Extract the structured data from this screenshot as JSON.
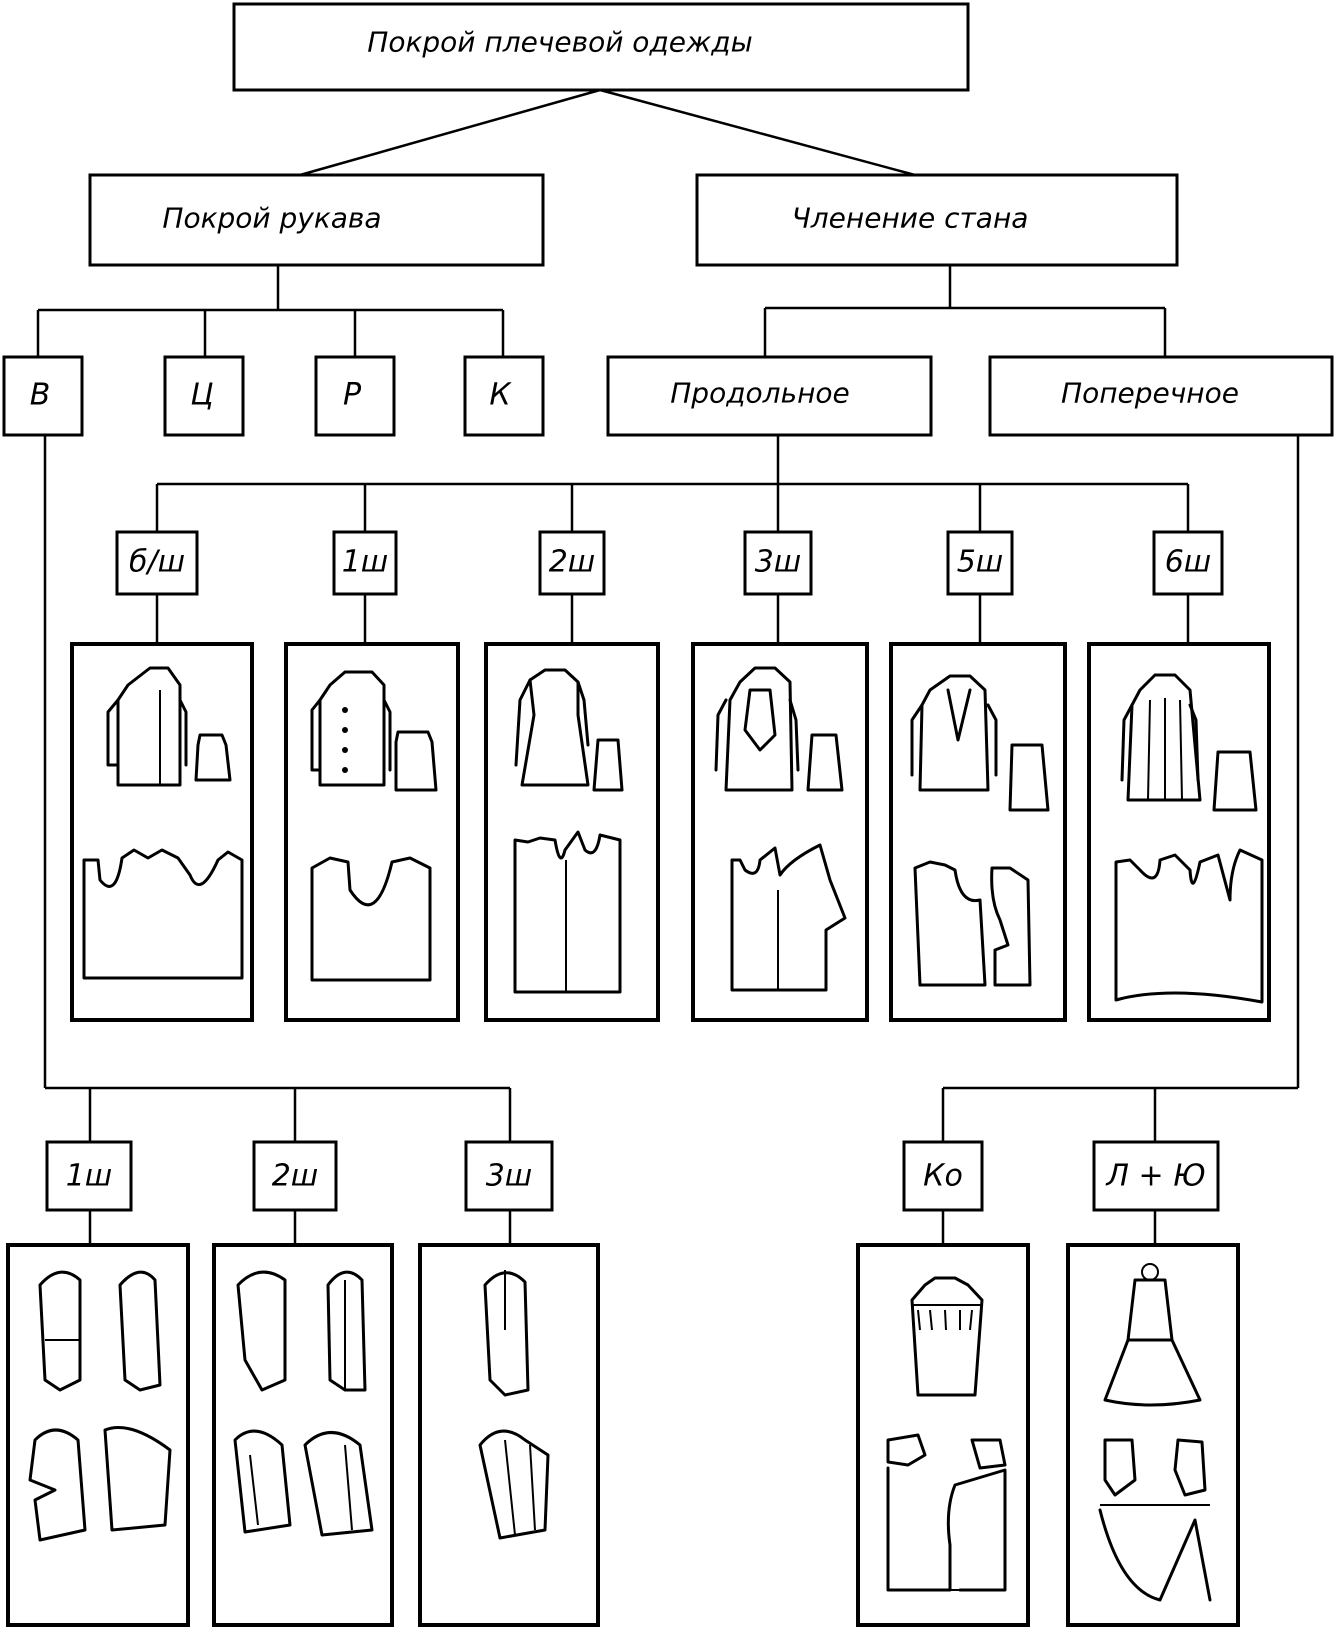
{
  "root": {
    "label": "Покрой плечевой одежды"
  },
  "branches": {
    "sleeve": {
      "label": "Покрой рукава"
    },
    "body": {
      "label": "Членение стана"
    }
  },
  "sleeve_types": [
    "В",
    "Ц",
    "Р",
    "К"
  ],
  "division_types": {
    "longitudinal": "Продольное",
    "transverse": "Поперечное"
  },
  "longitudinal_seams": [
    "б/ш",
    "1ш",
    "2ш",
    "3ш",
    "5ш",
    "6ш"
  ],
  "sleeve_seams": [
    "1ш",
    "2ш",
    "3ш"
  ],
  "transverse_types": [
    "Ко",
    "Л + Ю"
  ],
  "illustrations": {
    "longitudinal": [
      "coat-no-seams-icon",
      "jacket-one-seam-icon",
      "dress-two-seams-icon",
      "coat-three-seams-icon",
      "jacket-five-seams-icon",
      "coat-six-seams-icon"
    ],
    "sleeve": [
      "sleeve-one-seam-icon",
      "sleeve-two-seams-icon",
      "sleeve-three-seams-icon"
    ],
    "transverse": [
      "dress-yoke-icon",
      "dress-bodice-skirt-icon"
    ]
  }
}
